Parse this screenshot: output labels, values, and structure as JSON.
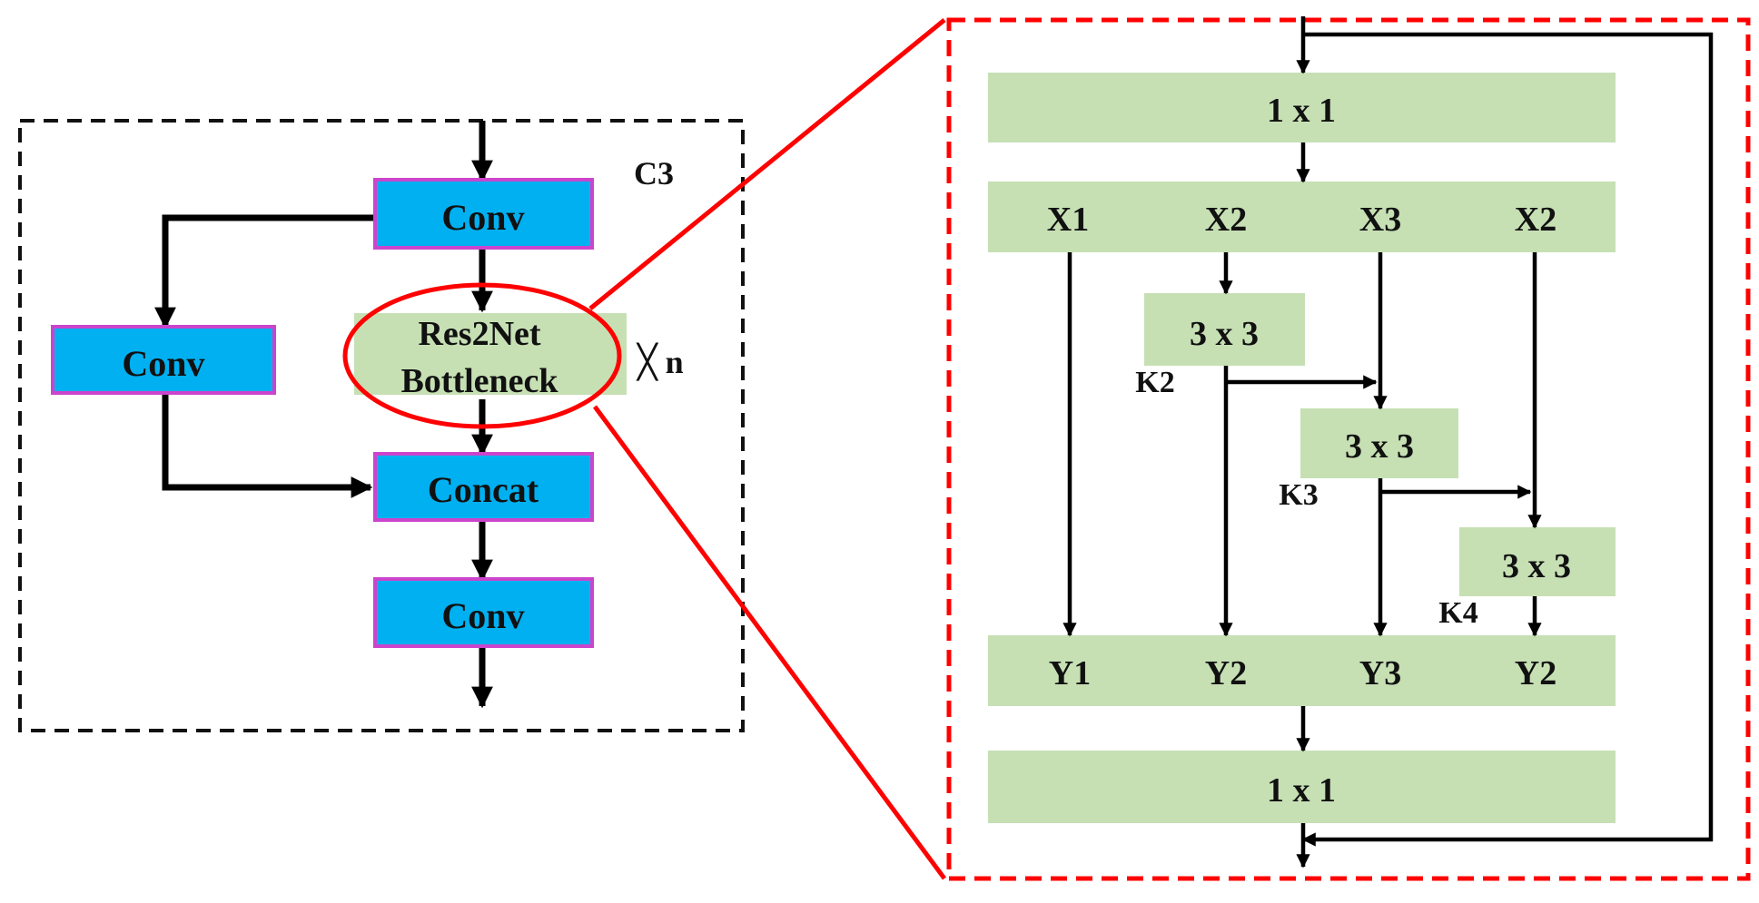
{
  "colors": {
    "conv_fill": "#00b0f0",
    "conv_border": "#cc44cc",
    "green_fill": "#c6e0b4",
    "red": "#ff0000",
    "black": "#000000"
  },
  "c3_module": {
    "title": "C3",
    "top_conv": "Conv",
    "side_conv": "Conv",
    "bottleneck_line1": "Res2Net",
    "bottleneck_line2": "Bottleneck",
    "repeat_label": "╳ n",
    "concat": "Concat",
    "bottom_conv": "Conv"
  },
  "res2net_detail": {
    "top_conv": "1 x 1",
    "splits": [
      "X1",
      "X2",
      "X3",
      "X2"
    ],
    "convs": [
      {
        "label": "3 x 3",
        "kernel": "K2"
      },
      {
        "label": "3 x 3",
        "kernel": "K3"
      },
      {
        "label": "3 x 3",
        "kernel": "K4"
      }
    ],
    "outputs": [
      "Y1",
      "Y2",
      "Y3",
      "Y2"
    ],
    "bottom_conv": "1 x 1"
  }
}
